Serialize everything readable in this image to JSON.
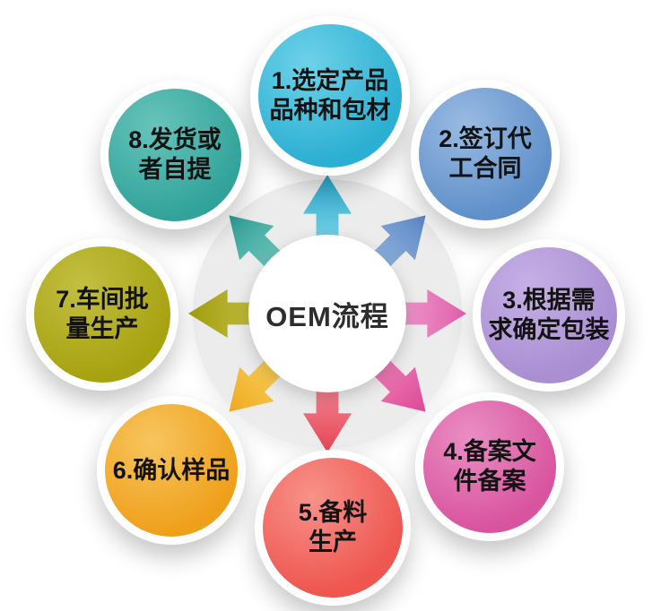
{
  "diagram": {
    "title": "OEM流程",
    "center": {
      "label": "OEM流程"
    },
    "steps": [
      {
        "id": 1,
        "label": "1.选定产品\n品种和包材",
        "position": "top",
        "color": "#2bafd2",
        "color_light": "#6ed2e8"
      },
      {
        "id": 2,
        "label": "2.签订代\n工合同",
        "position": "top-right",
        "color": "#6090ca",
        "color_light": "#99bbe2"
      },
      {
        "id": 3,
        "label": "3.根据需\n求确定包装",
        "position": "right",
        "color": "#a98ed2",
        "color_light": "#c6b0e6"
      },
      {
        "id": 4,
        "label": "4.备案文\n件备案",
        "position": "bottom-right",
        "color": "#d8549e",
        "color_light": "#ea8ec4"
      },
      {
        "id": 5,
        "label": "5.备料\n生产",
        "position": "bottom",
        "color": "#ee564f",
        "color_light": "#f7928a"
      },
      {
        "id": 6,
        "label": "6.确认样品",
        "position": "bottom-left",
        "color": "#efa01b",
        "color_light": "#f7c55e"
      },
      {
        "id": 7,
        "label": "7.车间批\n量生产",
        "position": "left",
        "color": "#a6a210",
        "color_light": "#c3bf42"
      },
      {
        "id": 8,
        "label": "8.发货或\n者自提",
        "position": "top-left",
        "color": "#31a39a",
        "color_light": "#67c4bb"
      }
    ],
    "arrows": [
      {
        "direction": "up",
        "color_light": "#8edef0",
        "color_dark": "#2aa6c9"
      },
      {
        "direction": "up-right",
        "color_light": "#9bbce2",
        "color_dark": "#5c87c6"
      },
      {
        "direction": "right",
        "color_light": "#f2a8d4",
        "color_dark": "#e060ab"
      },
      {
        "direction": "down-right",
        "color_light": "#f08fc0",
        "color_dark": "#dd4895"
      },
      {
        "direction": "down",
        "color_light": "#f59aa4",
        "color_dark": "#e64454"
      },
      {
        "direction": "down-left",
        "color_light": "#f8d96a",
        "color_dark": "#f0a91e"
      },
      {
        "direction": "left",
        "color_light": "#c9c54e",
        "color_dark": "#a19d0e"
      },
      {
        "direction": "up-left",
        "color_light": "#7ecec6",
        "color_dark": "#2d9e94"
      }
    ]
  }
}
